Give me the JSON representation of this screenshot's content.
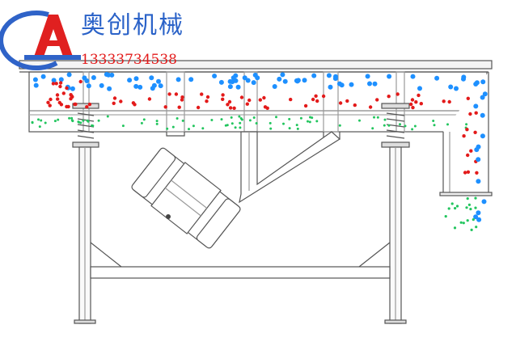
{
  "brand": {
    "company_name": "奥创机械",
    "phone": "13333734538",
    "logo_colors": {
      "red": "#e02020",
      "blue": "#2f63c8"
    }
  },
  "diagram": {
    "subject": "linear vibrating screen",
    "particle_colors": {
      "coarse": "#1e90ff",
      "medium": "#e31a1a",
      "fine": "#22c55e"
    },
    "line_color": "#555555"
  }
}
